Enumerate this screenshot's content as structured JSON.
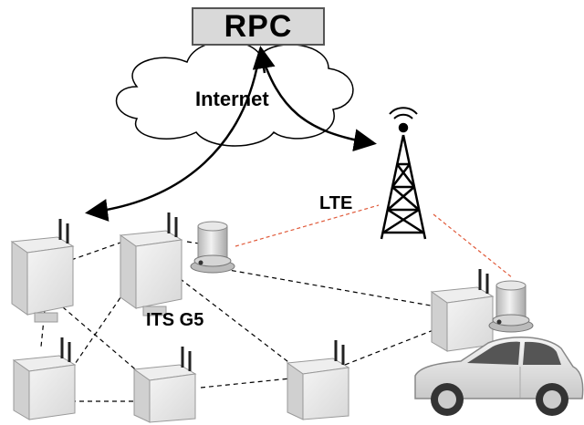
{
  "server": {
    "label": "RPC"
  },
  "cloud": {
    "label": "Internet"
  },
  "cellular": {
    "label": "LTE"
  },
  "v2x": {
    "label": "ITS G5"
  },
  "icons": {
    "server": "server-box",
    "cloud": "cloud-icon",
    "tower": "cell-tower-icon",
    "roadside_unit": "roadside-unit-icon",
    "antenna_unit": "antenna-unit-icon",
    "vehicle": "car-icon"
  },
  "colors": {
    "server_fill": "#d9d9d9",
    "lte_link": "#e05a3a",
    "its_link": "#000000",
    "internet_link": "#000000"
  }
}
